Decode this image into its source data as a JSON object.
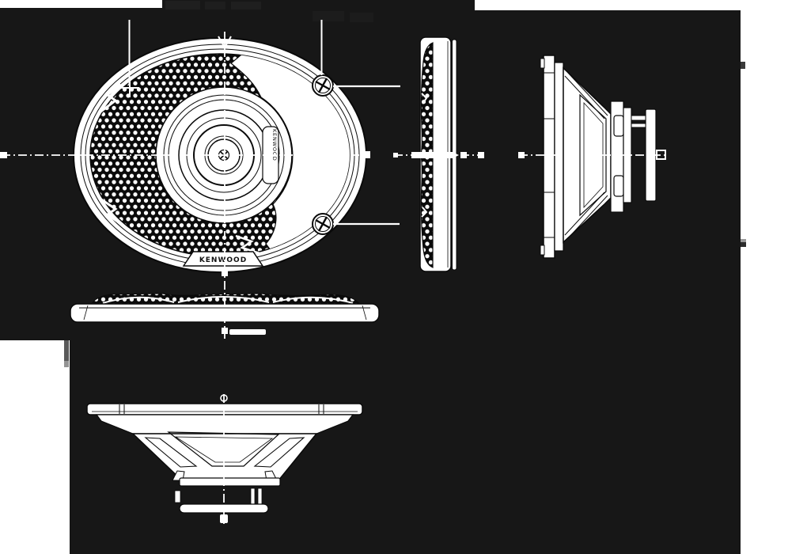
{
  "drawing": {
    "brand_badge": "KENWOOD",
    "cone_print": "KENWOOD",
    "views": [
      "speaker-front-view",
      "grille-edge-side-view",
      "speaker-side-profile-view",
      "grille-edge-top-view",
      "speaker-bottom-profile-view"
    ]
  },
  "colors": {
    "background": "#171717",
    "paper_margin": "#ffffff",
    "line_art": "#ffffff",
    "ink": "#0a0a0a",
    "mesh_dot": "#ffffff",
    "dim_line_on_paper": "#5a5a5a"
  }
}
